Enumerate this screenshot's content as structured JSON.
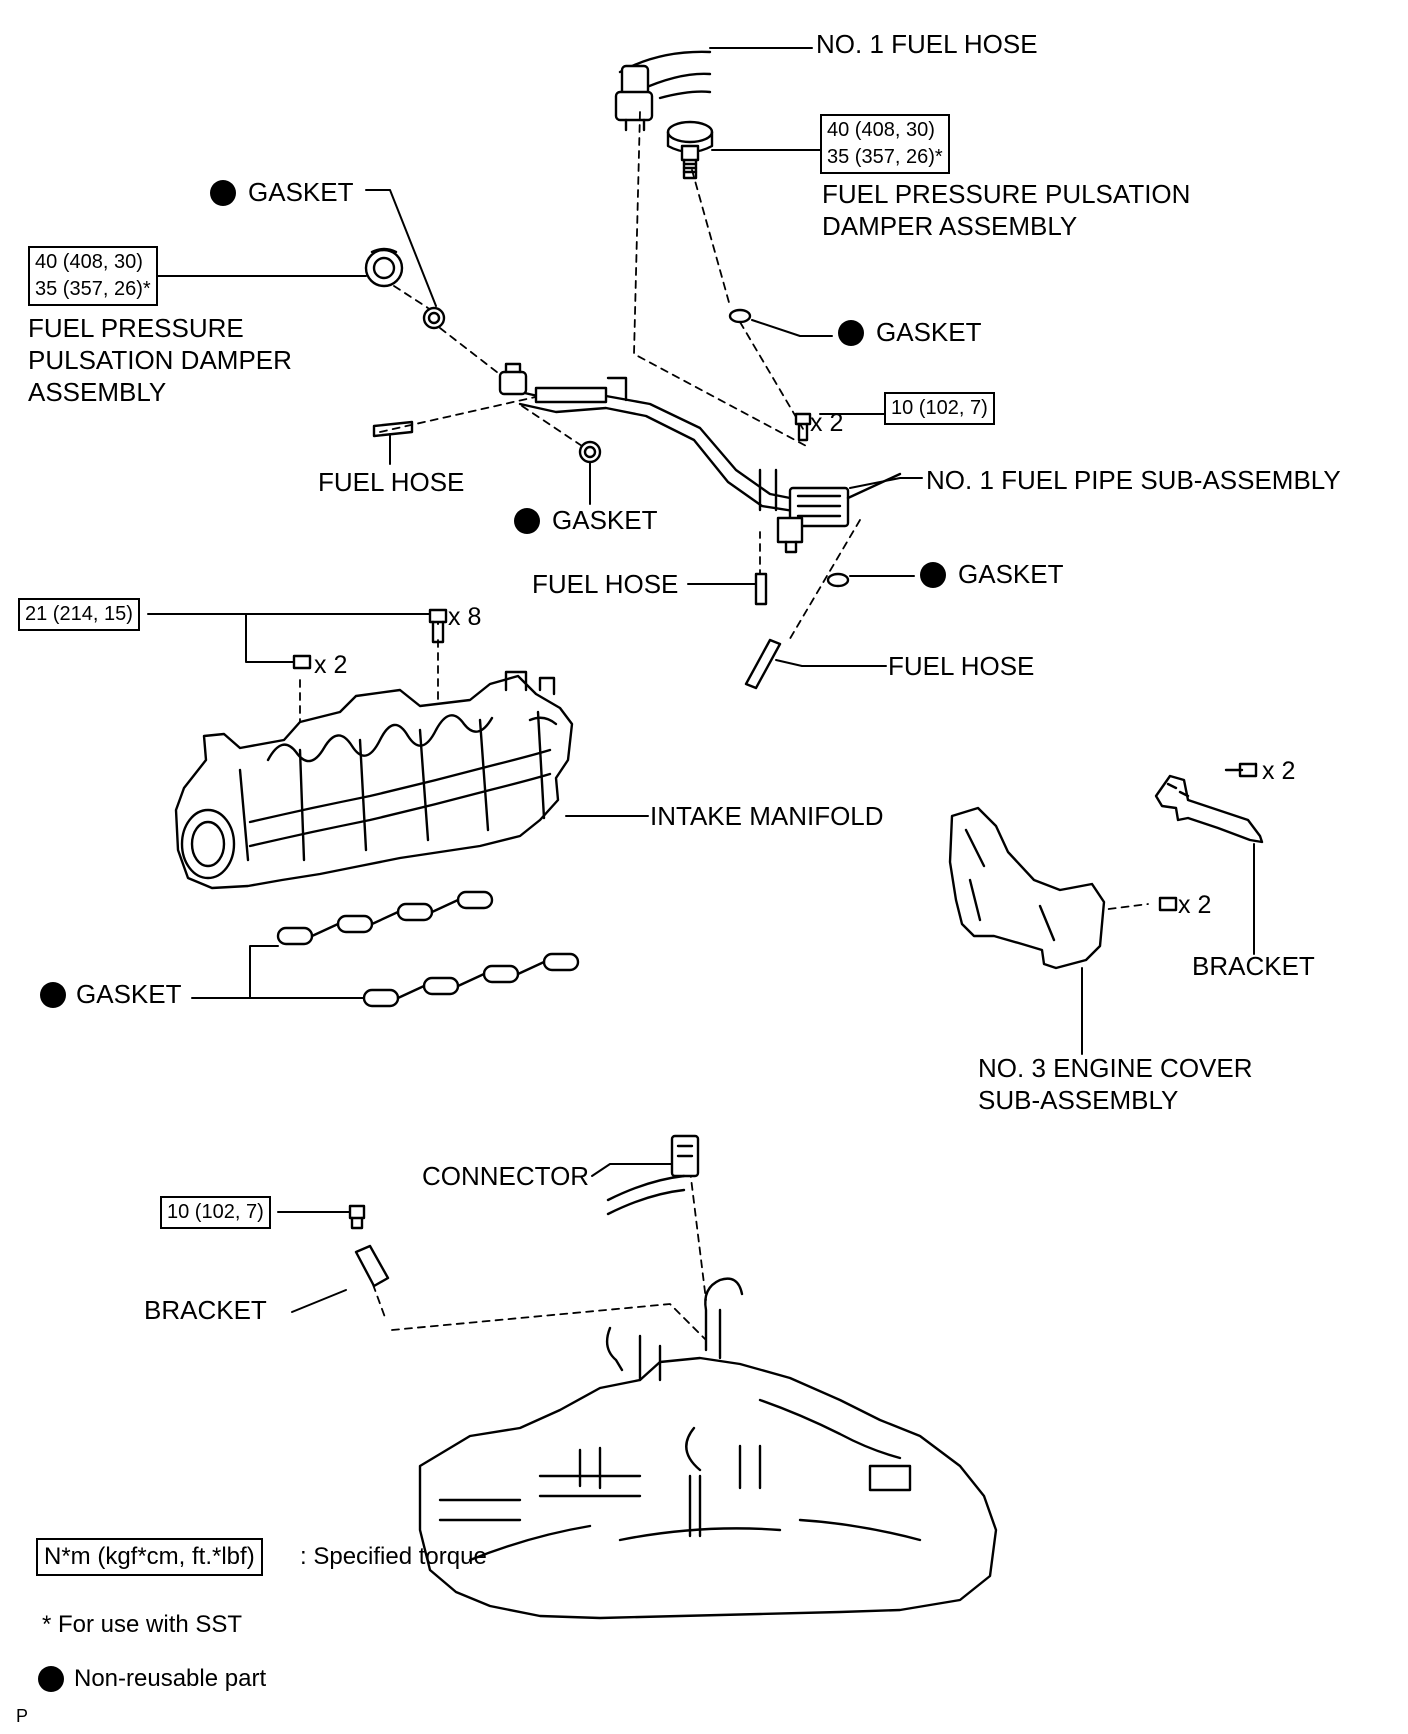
{
  "labels": {
    "no1_fuel_hose": "NO. 1 FUEL HOSE",
    "damper_right": "FUEL PRESSURE PULSATION\nDAMPER ASSEMBLY",
    "gasket_top_left": "GASKET",
    "damper_left": "FUEL PRESSURE\nPULSATION DAMPER\nASSEMBLY",
    "gasket_right_top": "GASKET",
    "fuel_hose_left": "FUEL HOSE",
    "gasket_mid": "GASKET",
    "no1_fuel_pipe": "NO. 1 FUEL PIPE SUB-ASSEMBLY",
    "gasket_right_mid": "GASKET",
    "fuel_hose_mid": "FUEL HOSE",
    "fuel_hose_right": "FUEL HOSE",
    "intake_manifold": "INTAKE MANIFOLD",
    "gasket_manifold": "GASKET",
    "bracket_right": "BRACKET",
    "no3_engine_cover": "NO. 3 ENGINE COVER\nSUB-ASSEMBLY",
    "connector": "CONNECTOR",
    "bracket_left": "BRACKET",
    "corner_mark": "P"
  },
  "torques": {
    "damper_right": "40 (408, 30)\n35 (357, 26)*",
    "damper_left": "40 (408, 30)\n35 (357, 26)*",
    "fuel_pipe_bolt": "10 (102, 7)",
    "manifold": "21 (214, 15)",
    "bracket_bolt": "10 (102, 7)"
  },
  "quantities": {
    "fuel_pipe_bolts": "x 2",
    "manifold_bolts": "x 8",
    "manifold_nuts": "x 2",
    "bracket_bolts": "x 2",
    "cover_bolts": "x 2"
  },
  "legend": {
    "torque_box": "N*m (kgf*cm, ft.*lbf)",
    "torque_text": ": Specified torque",
    "sst_note": "* For use with SST",
    "nonreusable_text": "Non-reusable part"
  }
}
